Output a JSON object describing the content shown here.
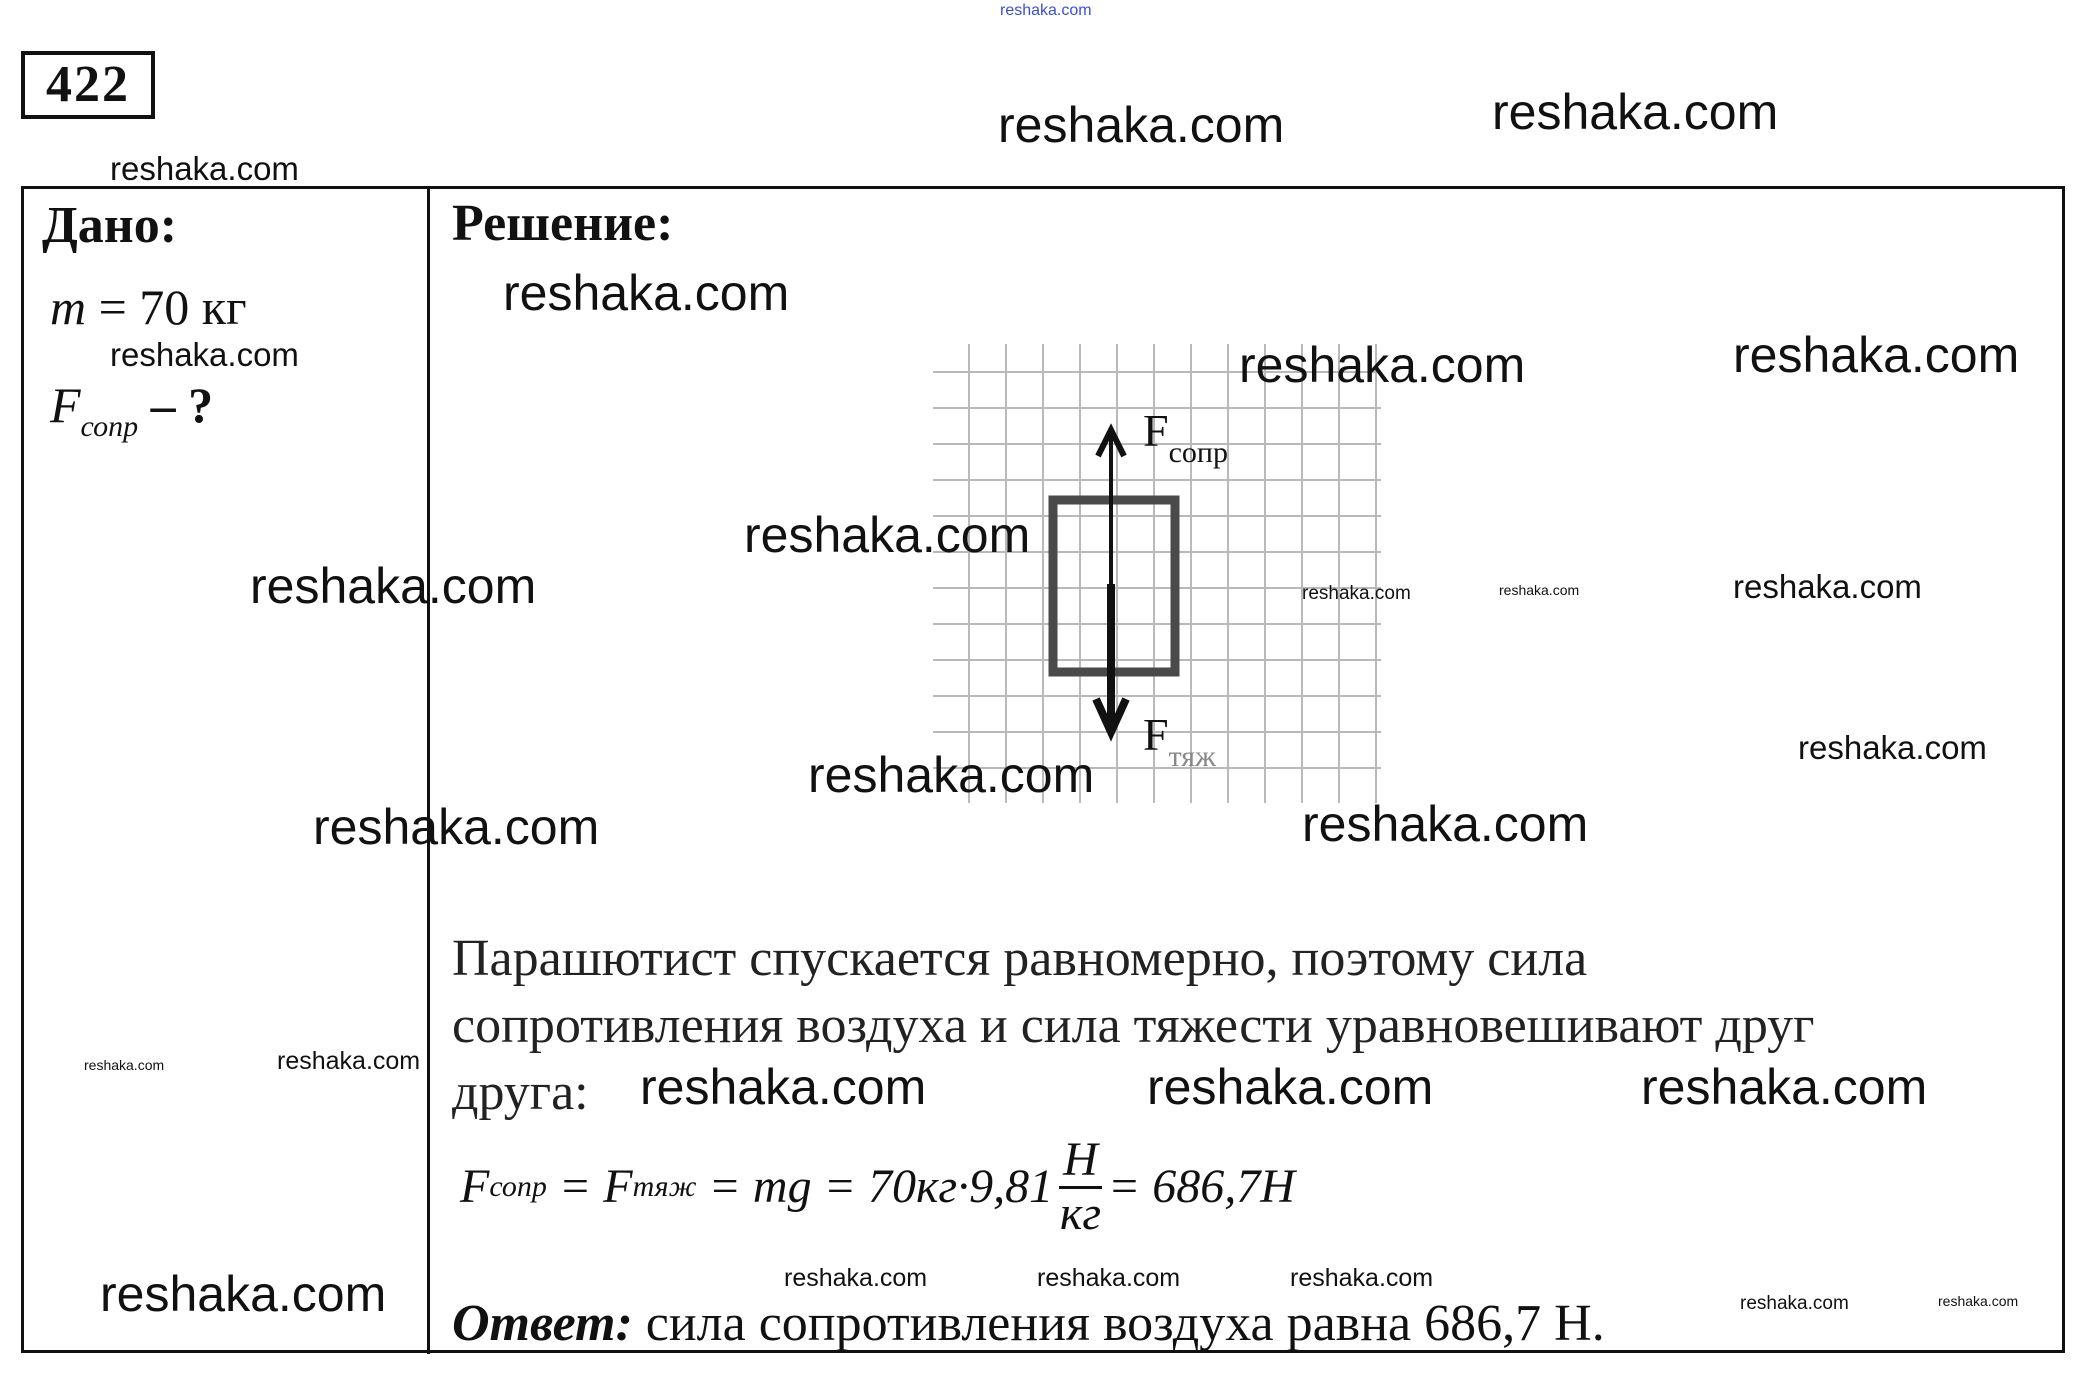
{
  "problem_number": "422",
  "given": {
    "heading": "Дано:",
    "mass_var": "m",
    "mass_value": "= 70 кг",
    "unknown_var": "F",
    "unknown_sub": "сопр",
    "unknown_suffix": "– ?"
  },
  "solution": {
    "heading": "Решение:",
    "diagram": {
      "force_up": "F",
      "force_up_sub": "сопр",
      "force_down": "F",
      "force_down_sub": "тяж"
    },
    "paragraph_lines": [
      "Парашютист спускается равномерно, поэтому сила",
      "сопротивления воздуха и сила тяжести уравновешивают друг",
      "друга:"
    ],
    "formula": {
      "f1": "F",
      "f1_sub": "сопр",
      "eq1": " = ",
      "f2": "F",
      "f2_sub": "тяж",
      "eq2": " = mg = 70кг·9,81",
      "frac_num": "H",
      "frac_den": "кг",
      "result": "= 686,7H"
    },
    "answer_label": "Ответ:",
    "answer_text": " сила сопротивления воздуха равна 686,7 Н."
  },
  "watermarks": [
    "reshaka.com",
    "reshaka.com",
    "reshaka.com",
    "reshaka.com",
    "reshaka.com",
    "reshaka.com",
    "reshaka.com",
    "reshaka.com",
    "reshaka.com",
    "reshaka.com",
    "reshaka.com",
    "reshaka.com",
    "reshaka.com",
    "reshaka.com",
    "reshaka.com",
    "reshaka.com",
    "reshaka.com",
    "reshaka.com",
    "reshaka.com",
    "reshaka.com",
    "reshaka.com",
    "reshaka.com",
    "reshaka.com",
    "reshaka.com",
    "reshaka.com",
    "reshaka.com",
    "reshaka.com",
    "reshaka.com"
  ],
  "colors": {
    "top_watermark": "#3a4fd0",
    "diagram_box": "#4a4a4a",
    "grid": "#b9b9b9"
  }
}
